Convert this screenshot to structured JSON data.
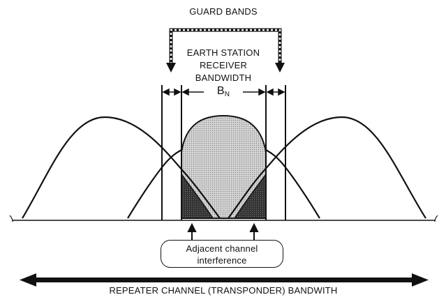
{
  "labels": {
    "guard_bands": "GUARD BANDS",
    "earth_station_lines": [
      "EARTH STATION",
      "RECEIVER",
      "BANDWIDTH"
    ],
    "bn_main": "B",
    "bn_sub": "N",
    "adjacent_lines": [
      "Adjacent channel",
      "interference"
    ],
    "repeater_bandwidth": "REPEATER CHANNEL (TRANSPONDER) BANDWITH"
  },
  "colors": {
    "line": "#111111",
    "center_fill": "#c8c8c8",
    "interference_fill": "#3a3a3a",
    "background": "#ffffff"
  }
}
